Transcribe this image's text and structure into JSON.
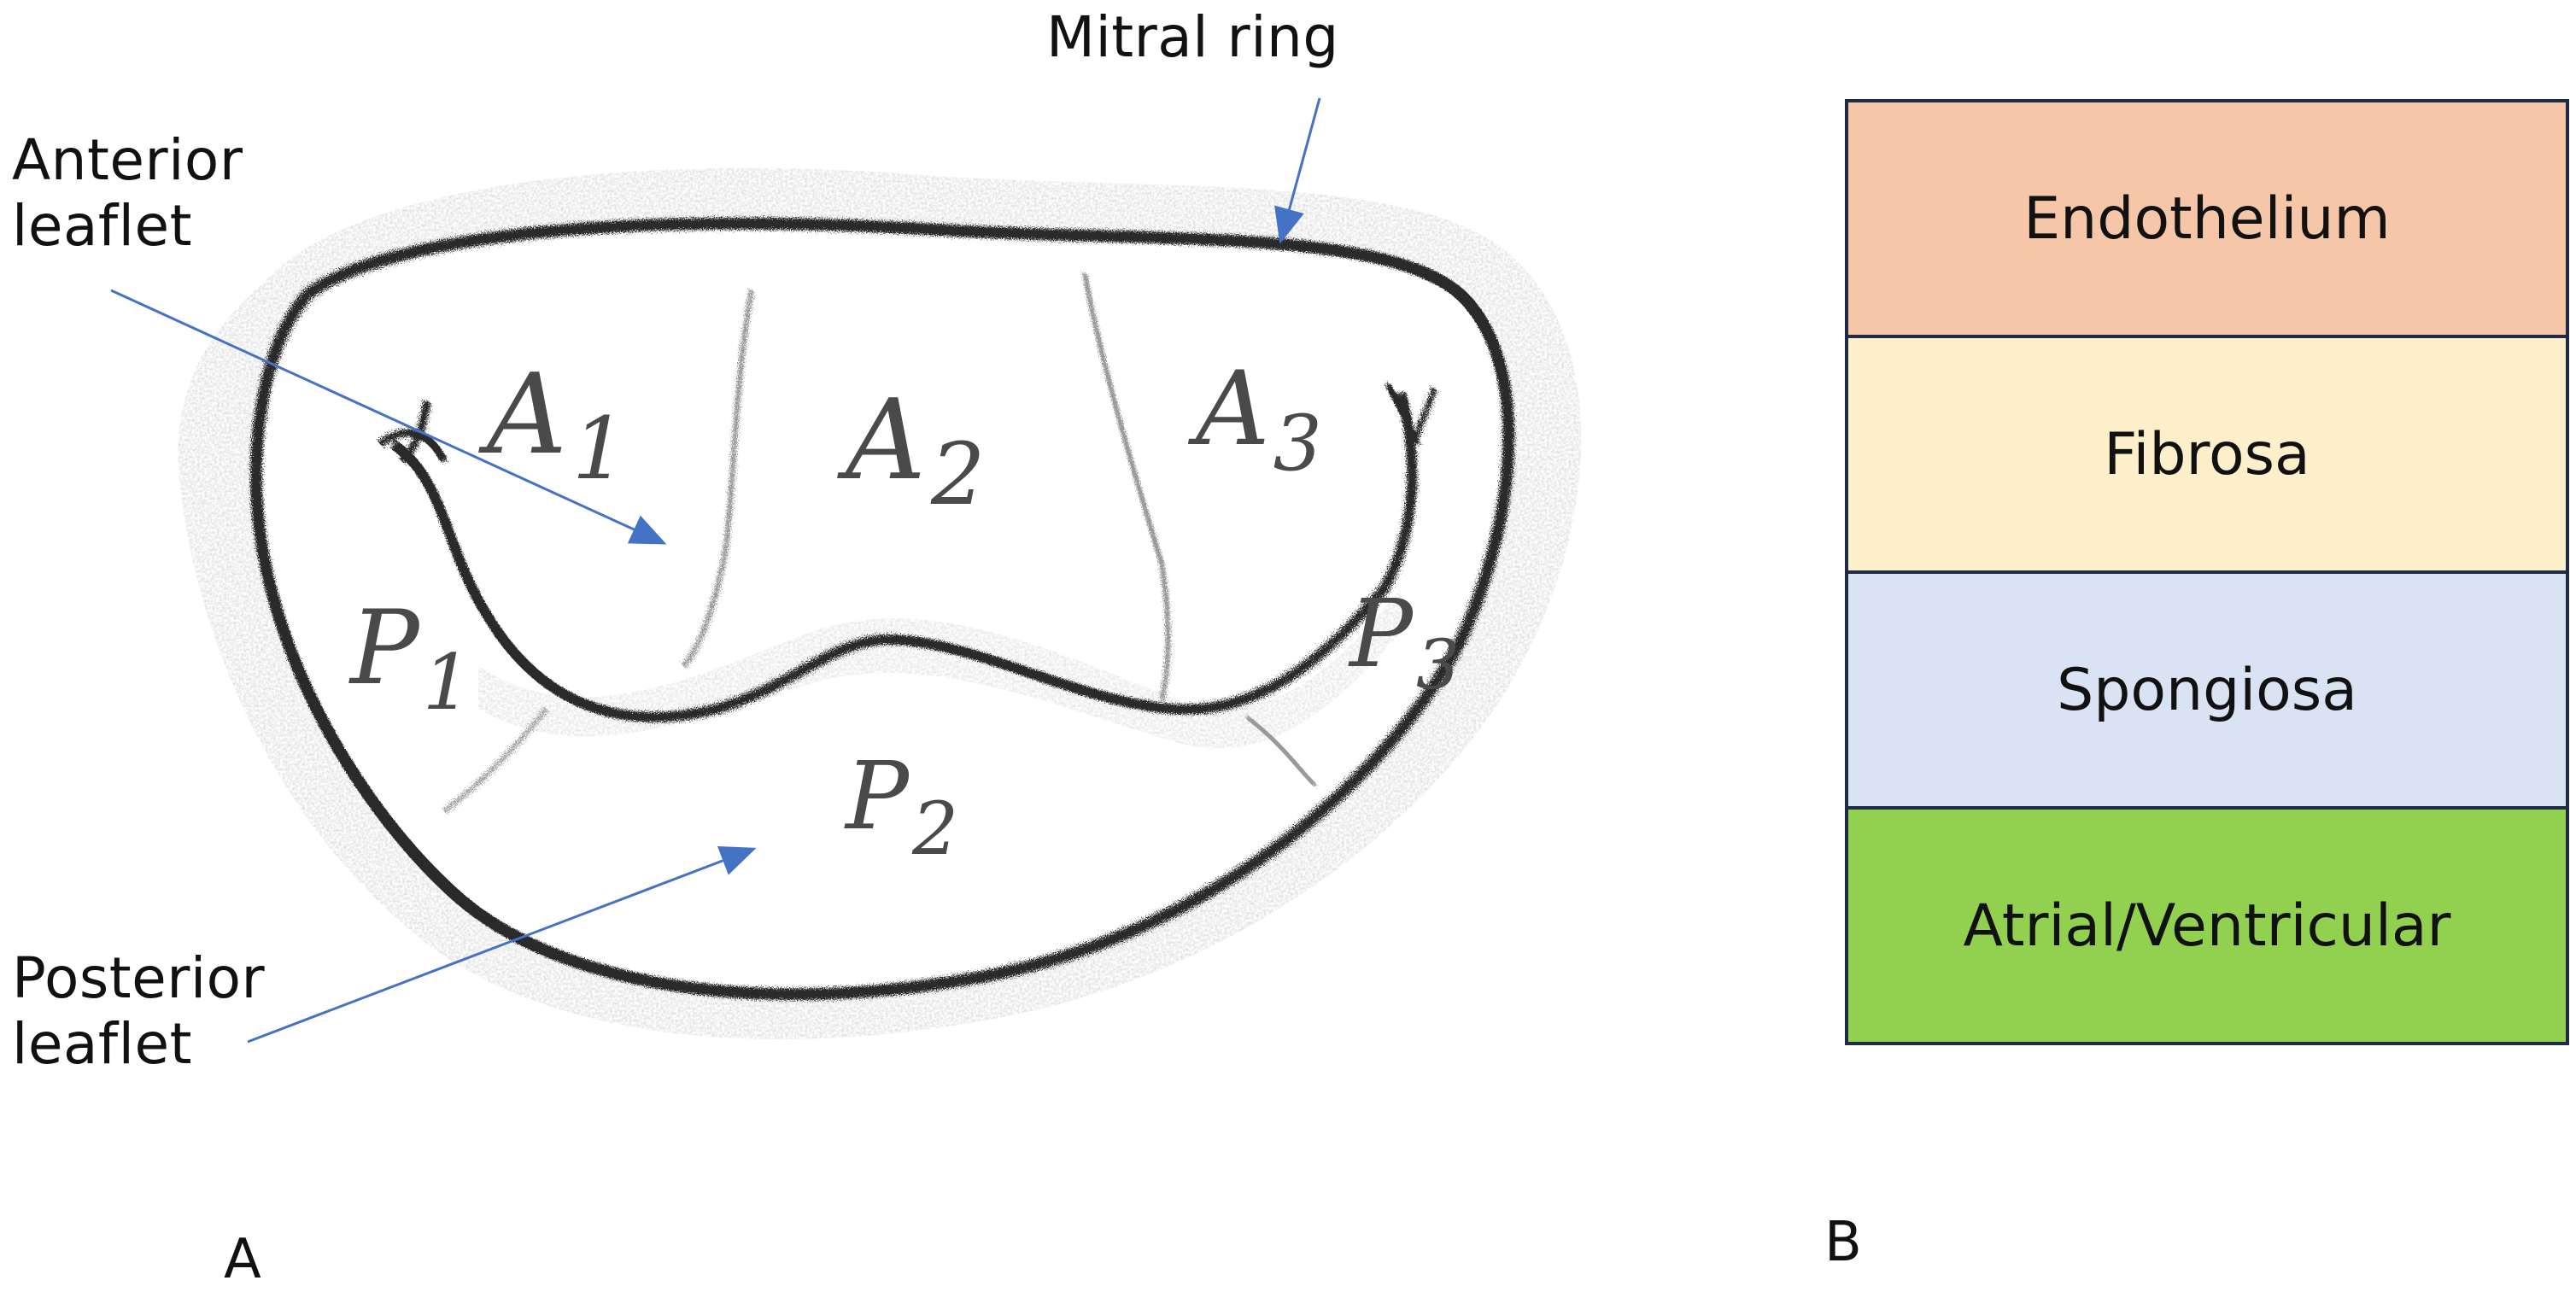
{
  "panel_a": {
    "letter": "A",
    "labels": {
      "mitral_ring": "Mitral ring",
      "anterior_leaflet": "Anterior\nleaflet",
      "posterior_leaflet": "Posterior\nleaflet"
    },
    "scallops": {
      "a1": "A",
      "a1_sub": "1",
      "a2": "A",
      "a2_sub": "2",
      "a3": "A",
      "a3_sub": "3",
      "p1": "P",
      "p1_sub": "1",
      "p2": "P",
      "p2_sub": "2",
      "p3": "P",
      "p3_sub": "3"
    },
    "colors": {
      "arrow": "#4472c4",
      "pencil_dark": "#2b2b2b",
      "pencil_shade": "#9a9a9a"
    }
  },
  "panel_b": {
    "letter": "B",
    "layers": [
      {
        "label": "Endothelium",
        "color": "#f5c6a8"
      },
      {
        "label": "Fibrosa",
        "color": "#fdefc9"
      },
      {
        "label": "Spongiosa",
        "color": "#dae3f3"
      },
      {
        "label": "Atrial/Ventricular",
        "color": "#92d050"
      }
    ],
    "border_color": "#1f2a44"
  }
}
